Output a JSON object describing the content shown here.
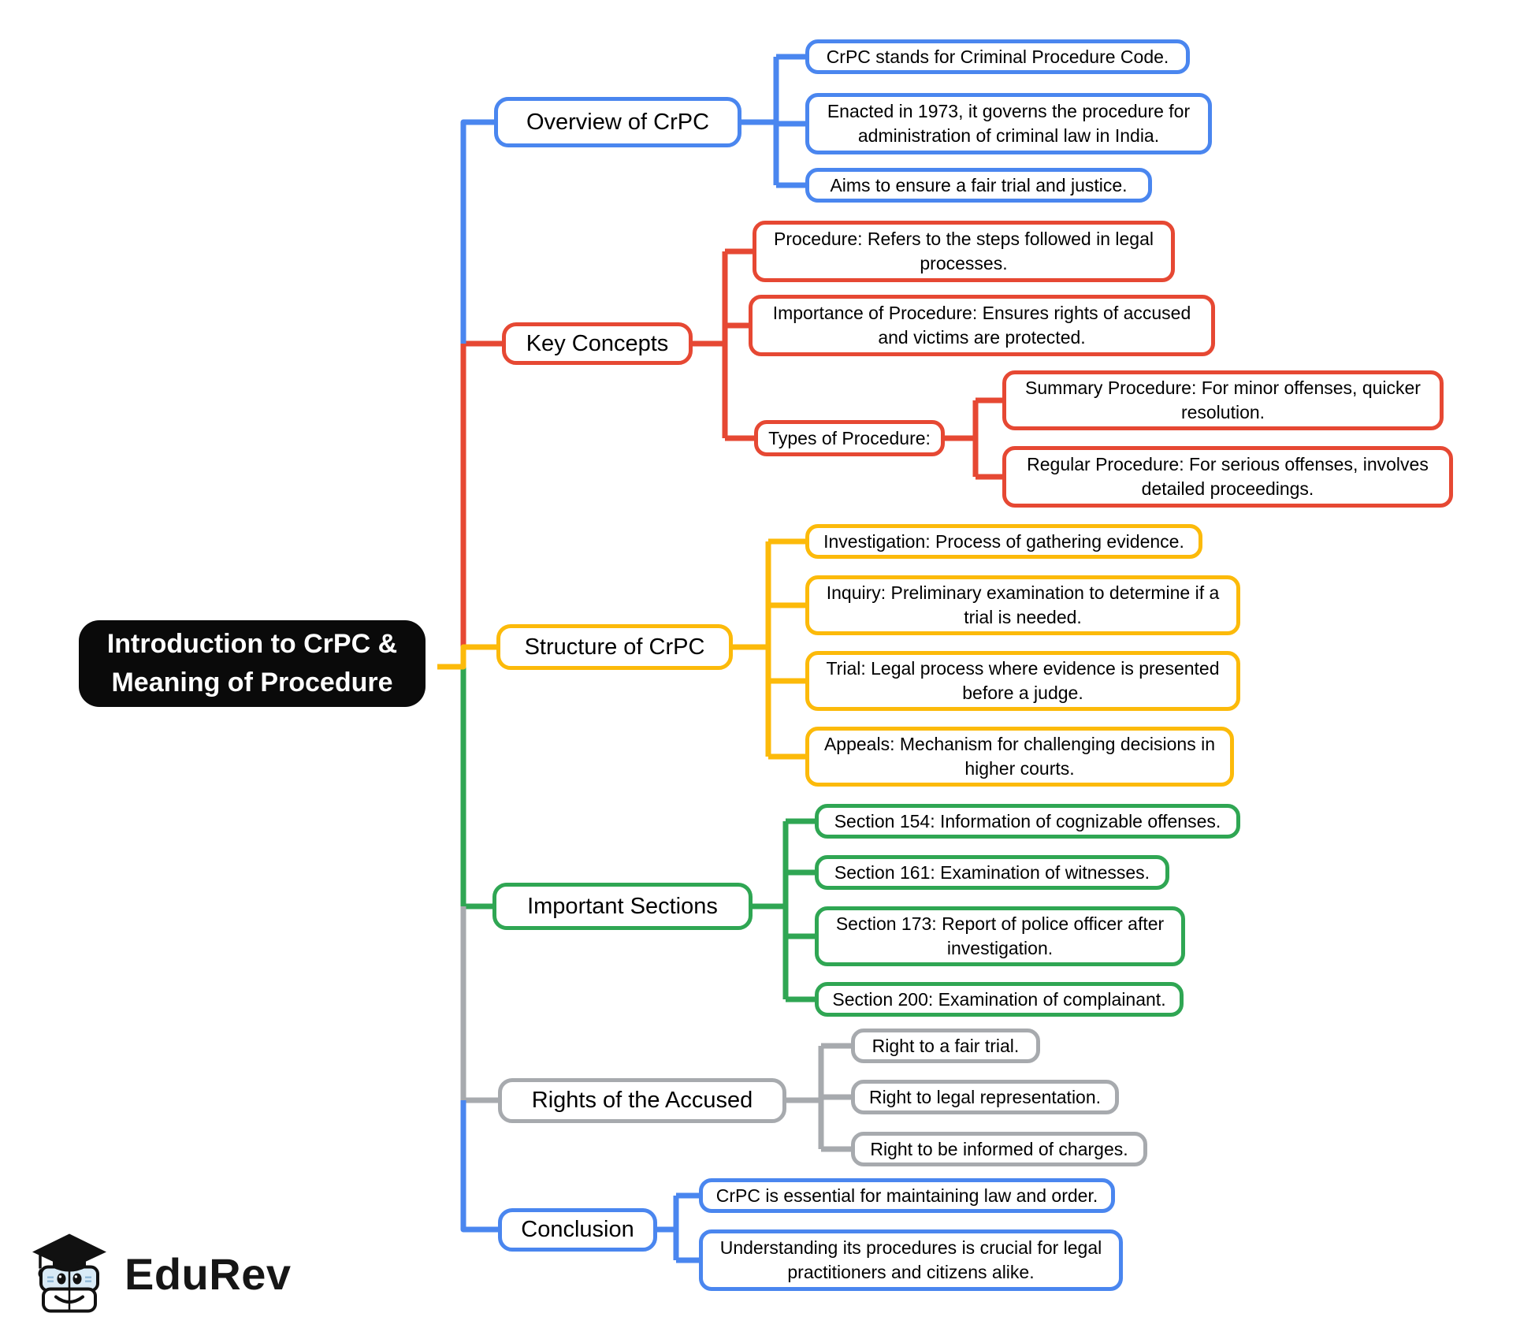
{
  "root": {
    "label": "Introduction to CrPC & Meaning of Procedure"
  },
  "colors": {
    "blue": "#4a86ef",
    "red": "#e64833",
    "yellow": "#fcba0a",
    "green": "#2fa653",
    "gray": "#a7aaae",
    "root_bg": "#0a0a0a",
    "root_fg": "#ffffff"
  },
  "branches": [
    {
      "label": "Overview of CrPC",
      "color": "blue",
      "children": [
        {
          "text": "CrPC stands for Criminal Procedure Code."
        },
        {
          "text": "Enacted in 1973, it governs the procedure for administration of criminal law in India."
        },
        {
          "text": "Aims to ensure a fair trial and justice."
        }
      ]
    },
    {
      "label": "Key Concepts",
      "color": "red",
      "children": [
        {
          "text": "Procedure: Refers to the steps followed in legal processes."
        },
        {
          "text": "Importance of Procedure: Ensures rights of accused and victims are protected."
        },
        {
          "label": "Types of Procedure:",
          "children": [
            {
              "text": "Summary Procedure: For minor offenses, quicker resolution."
            },
            {
              "text": "Regular Procedure: For serious offenses, involves detailed proceedings."
            }
          ]
        }
      ]
    },
    {
      "label": "Structure of CrPC",
      "color": "yellow",
      "children": [
        {
          "text": "Investigation: Process of gathering evidence."
        },
        {
          "text": "Inquiry: Preliminary examination to determine if a trial is needed."
        },
        {
          "text": "Trial: Legal process where evidence is presented before a judge."
        },
        {
          "text": "Appeals: Mechanism for challenging decisions in higher courts."
        }
      ]
    },
    {
      "label": "Important Sections",
      "color": "green",
      "children": [
        {
          "text": "Section 154: Information of cognizable offenses."
        },
        {
          "text": "Section 161: Examination of witnesses."
        },
        {
          "text": "Section 173: Report of police officer after investigation."
        },
        {
          "text": "Section 200: Examination of complainant."
        }
      ]
    },
    {
      "label": "Rights of the Accused",
      "color": "gray",
      "children": [
        {
          "text": "Right to a fair trial."
        },
        {
          "text": "Right to legal representation."
        },
        {
          "text": "Right to be informed of charges."
        }
      ]
    },
    {
      "label": "Conclusion",
      "color": "blue",
      "children": [
        {
          "text": "CrPC is essential for maintaining law and order."
        },
        {
          "text": "Understanding its procedures is crucial for legal practitioners and citizens alike."
        }
      ]
    }
  ],
  "logo": {
    "brand": "EduRev"
  }
}
